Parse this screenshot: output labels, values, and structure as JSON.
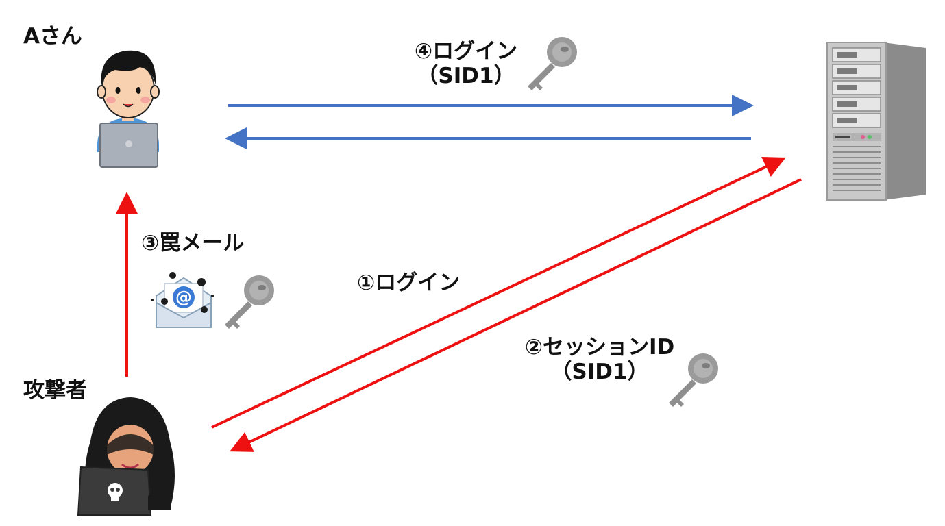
{
  "actors": {
    "user_label": "Aさん",
    "attacker_label": "攻撃者"
  },
  "steps": {
    "step1": {
      "label": "①ログイン"
    },
    "step2": {
      "label": "②セッションID",
      "sub": "（SID1）"
    },
    "step3": {
      "label": "③罠メール"
    },
    "step4": {
      "label": "④ログイン",
      "sub": "（SID1）"
    }
  },
  "colors": {
    "red_arrow": "#ee1111",
    "blue_arrow": "#4472c4",
    "key": "#8f8f8f"
  },
  "icons": [
    "person-with-laptop-icon",
    "hooded-hacker-icon",
    "server-tower-icon",
    "virus-mail-icon",
    "key-icon"
  ]
}
